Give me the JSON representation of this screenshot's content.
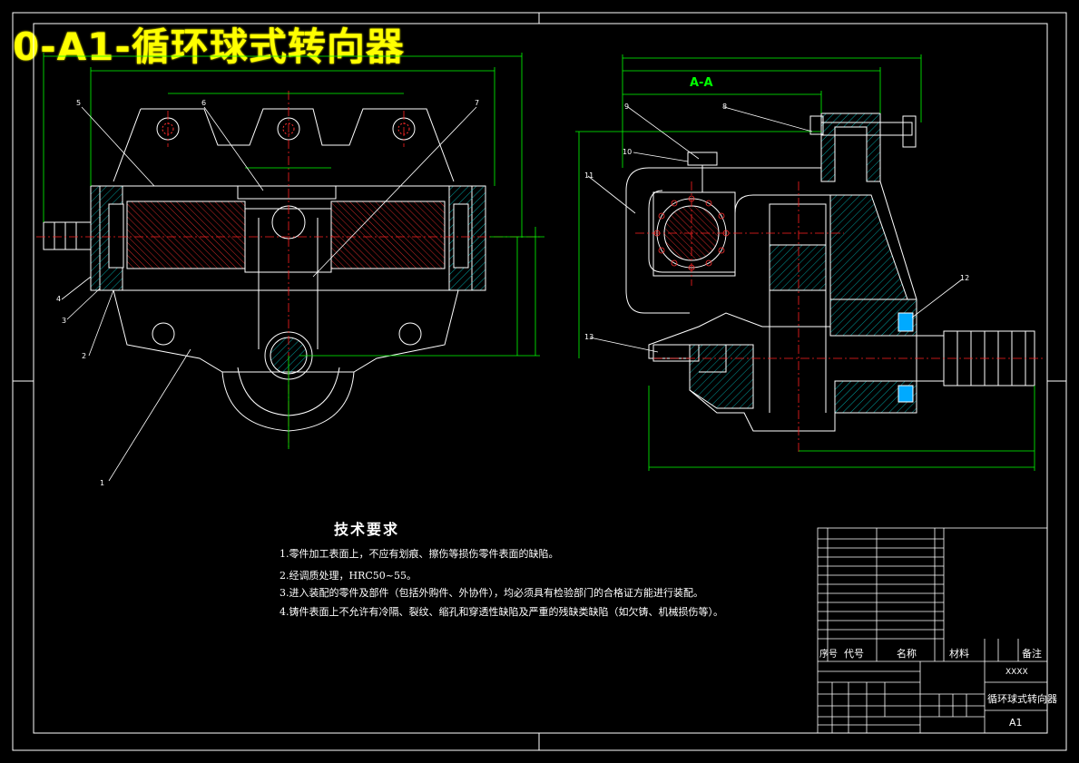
{
  "drawing": {
    "title": "0-A1-循环球式转向器",
    "section_label": "A-A"
  },
  "tech_requirements": {
    "heading": "技术要求",
    "items": [
      "1.零件加工表面上，不应有划痕、擦伤等损伤零件表面的缺陷。",
      "2.经调质处理，HRC50~55。",
      "3.进入装配的零件及部件（包括外购件、外协件），均必须具有检验部门的合格证方能进行装配。",
      "4.铸件表面上不允许有冷隔、裂纹、缩孔和穿透性缺陷及严重的残缺类缺陷（如欠铸、机械损伤等）。"
    ]
  },
  "title_block": {
    "header": {
      "seq": "序号",
      "code": "代号",
      "name": "名称",
      "material": "材料",
      "remark": "备注"
    },
    "drawing_name": "循环球式转向器",
    "code_box": "XXXX",
    "sheet_size": "A1"
  },
  "colors": {
    "background": "#000000",
    "outline": "#ffffff",
    "dimension": "#00ff00",
    "centerline": "#ff2020",
    "hatch": "#00c8c8",
    "leader": "#ffffff",
    "title": "#ffff00"
  }
}
